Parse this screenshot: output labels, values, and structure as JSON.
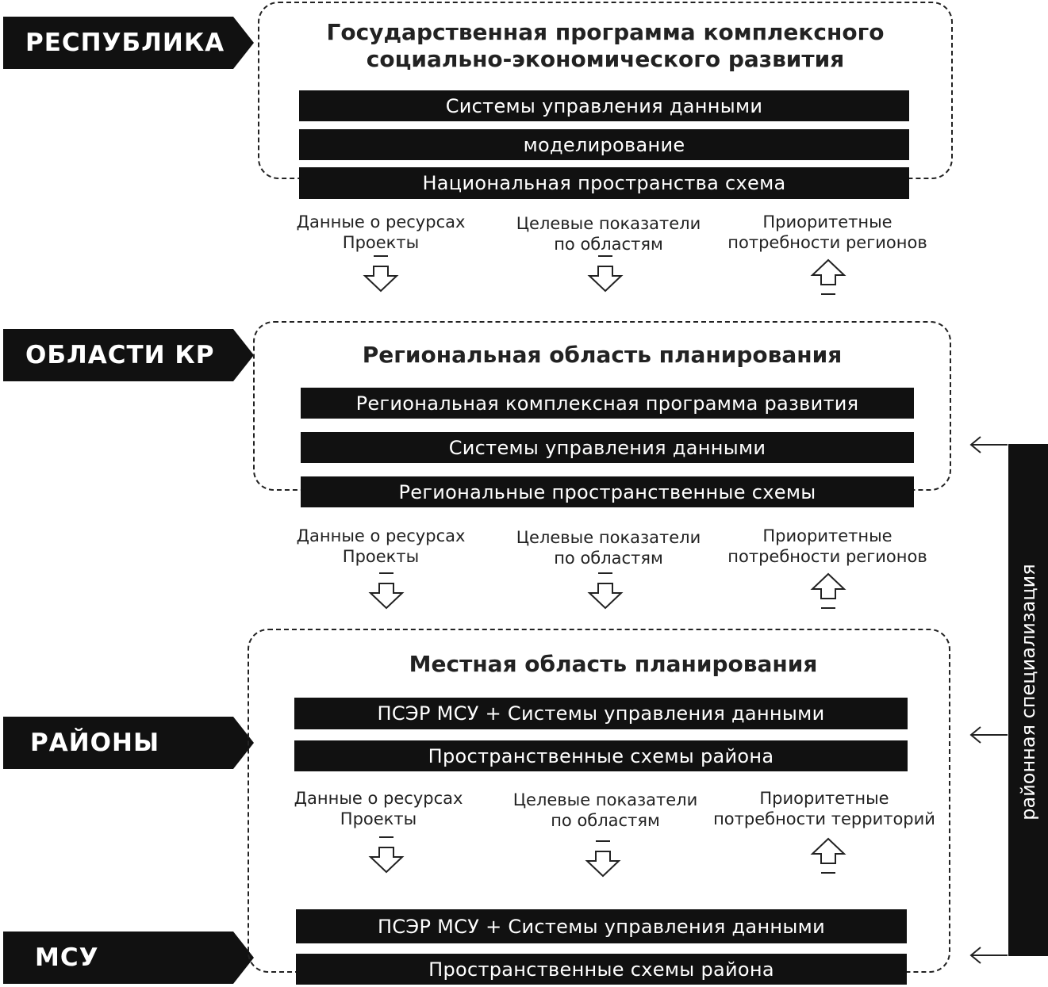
{
  "levels": {
    "republic": "РЕСПУБЛИКА",
    "oblasti": "ОБЛАСТИ КР",
    "rayony": "РАЙОНЫ",
    "msu": "МСУ"
  },
  "national": {
    "title_line1": "Государственная программа комплексного",
    "title_line2": "социально-экономического развития",
    "bars": [
      "Системы управления данными",
      "моделирование",
      "Национальная пространства схема"
    ]
  },
  "regional": {
    "title": "Региональная область планирования",
    "bars": [
      "Региональная комплексная программа развития",
      "Системы управления данными",
      "Региональные пространственные схемы"
    ]
  },
  "local": {
    "title": "Местная область планирования",
    "bars": [
      "ПСЭР МСУ + Системы управления данными",
      "Пространственные схемы района",
      "ПСЭР МСУ + Системы управления данными",
      "Пространственные схемы района"
    ]
  },
  "flows": {
    "row1": {
      "data_line1": "Данные о ресурсах",
      "data_line2": "Проекты",
      "targets_line1": "Целевые показатели",
      "targets_line2": "по областям",
      "needs_line1": "Приоритетные",
      "needs_line2": "потребности регионов"
    },
    "row2": {
      "data_line1": "Данные о ресурсах",
      "data_line2": "Проекты",
      "targets_line1": "Целевые показатели",
      "targets_line2": "по областям",
      "needs_line1": "Приоритетные",
      "needs_line2": "потребности регионов"
    },
    "row3": {
      "data_line1": "Данные о ресурсах",
      "data_line2": "Проекты",
      "targets_line1": "Целевые показатели",
      "targets_line2": "по областям",
      "needs_line1": "Приоритетные",
      "needs_line2": "потребности территорий"
    }
  },
  "side": {
    "label": "районная специализация"
  },
  "icons": {
    "down": "hollow-down-arrow-icon",
    "up": "hollow-up-arrow-icon",
    "left": "left-arrow-icon"
  }
}
